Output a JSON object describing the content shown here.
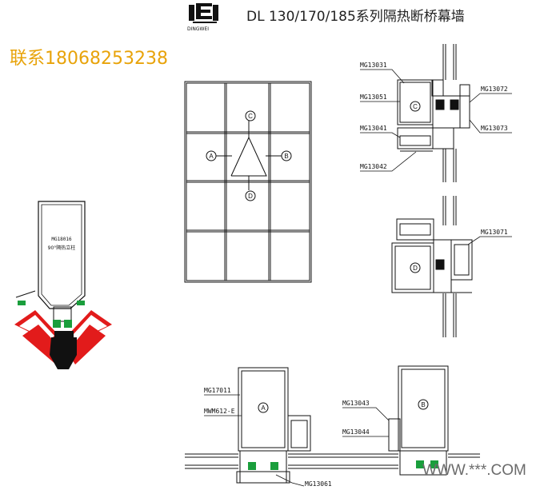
{
  "header": {
    "logo_icon": "dingwei-logo-icon",
    "logo_text": "DINGWEI",
    "title": "DL 130/170/185系列隔热断桥幕墙"
  },
  "contact": "联系18068253238",
  "watermark": "WWW.***.COM",
  "corner_section": {
    "profile_label": "MG18016",
    "profile_sub": "90°隔热立柱"
  },
  "elevation": {
    "markers": [
      "C",
      "A",
      "B",
      "D"
    ]
  },
  "section_upper": {
    "labels": [
      "MG13031",
      "MG13051",
      "MG13041",
      "MG13042",
      "MG13072",
      "MG13073"
    ],
    "marker": "C"
  },
  "section_lower": {
    "labels": [
      "MG13071"
    ],
    "marker": "D"
  },
  "plan_left": {
    "labels": [
      "MG17011",
      "MWM612-E",
      "MG13061"
    ],
    "marker": "A"
  },
  "plan_right": {
    "labels": [
      "MG13043",
      "MG13044"
    ],
    "marker": "B"
  }
}
